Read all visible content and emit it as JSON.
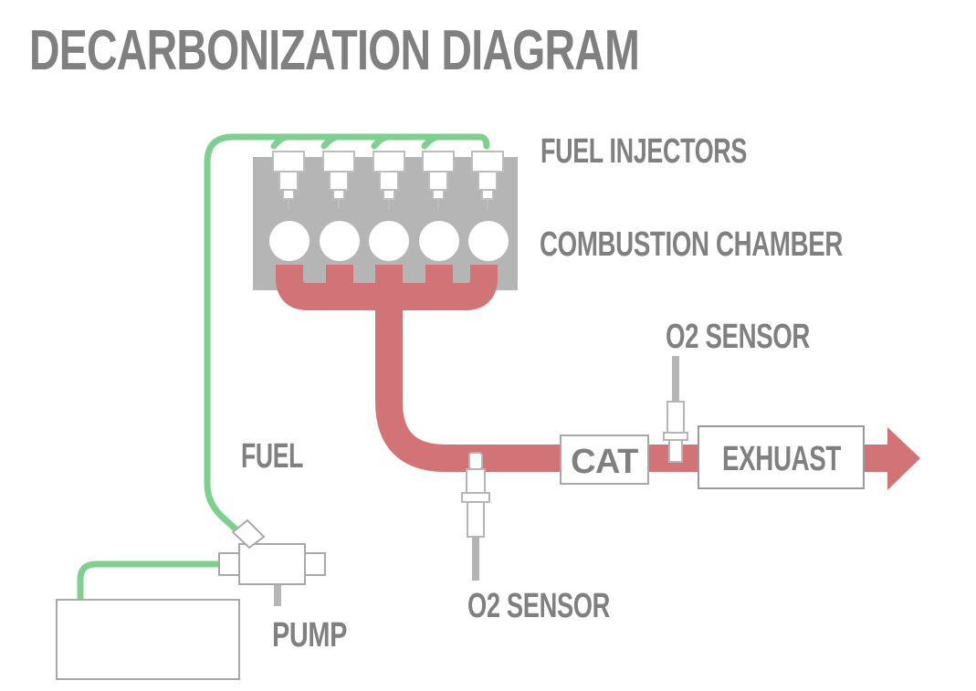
{
  "title": "DECARBONIZATION DIAGRAM",
  "labels": {
    "fuel_injectors": "FUEL INJECTORS",
    "combustion_chamber": "COMBUSTION CHAMBER",
    "o2_sensor_top": "O2 SENSOR",
    "o2_sensor_bottom": "O2 SENSOR",
    "fuel": "FUEL",
    "pump": "PUMP",
    "cat": "CAT",
    "exhaust": "EXHUAST"
  },
  "colors": {
    "fuel_line": "#7dd08f",
    "exhaust_pipe": "#d27378",
    "engine_block": "#b5b5b5",
    "label_text": "#808080",
    "outline": "#9a9a9a"
  }
}
